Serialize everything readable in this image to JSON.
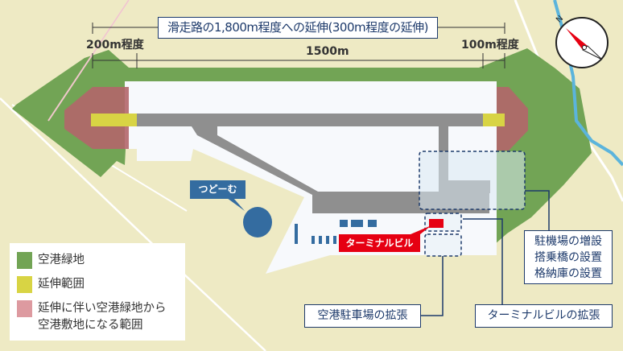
{
  "title": "滑走路の1,800m程度への延伸(300m程度の延伸)",
  "dimensions": {
    "left_extension": "200m程度",
    "existing": "1500m",
    "right_extension": "100m程度"
  },
  "labels": {
    "tsudome": "つどーむ",
    "terminal": "ターミナルビル"
  },
  "callouts": {
    "apron": [
      "駐機場の増設",
      "搭乗橋の設置",
      "格納庫の設置"
    ],
    "parking": "空港駐車場の拡張",
    "terminal_expansion": "ターミナルビルの拡張"
  },
  "legend": [
    {
      "label": "空港緑地",
      "color": "#72a455"
    },
    {
      "label": "延伸範囲",
      "color": "#d8d444"
    },
    {
      "label": "延伸に伴い空港緑地から",
      "label2": "空港敷地になる範囲",
      "color": "#dd9aa0"
    }
  ],
  "compass": {
    "label": "N"
  },
  "colors": {
    "background": "#eeeac4",
    "green": "#72a455",
    "runway": "#8f8f8f",
    "navy": "#1d3a6b",
    "blue": "#346ca0",
    "red": "#e60012",
    "river": "#5bb4dc"
  }
}
